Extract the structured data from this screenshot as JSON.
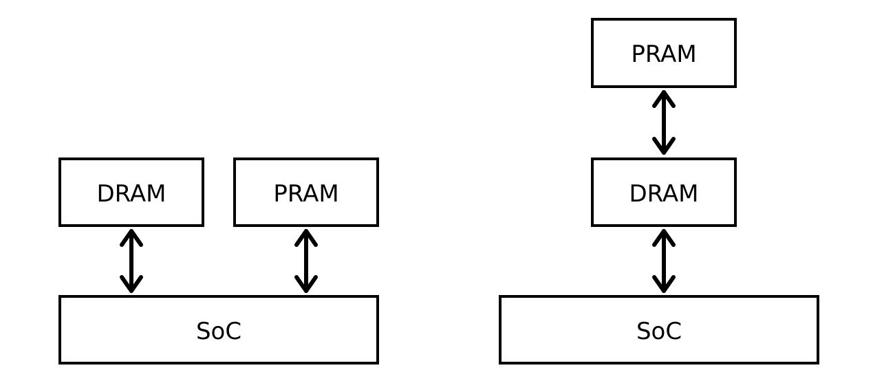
{
  "left_architecture": {
    "dram_label": "DRAM",
    "pram_label": "PRAM",
    "soc_label": "SoC"
  },
  "right_architecture": {
    "pram_label": "PRAM",
    "dram_label": "DRAM",
    "soc_label": "SoC"
  },
  "colors": {
    "stroke": "#000000",
    "fill": "#ffffff"
  }
}
